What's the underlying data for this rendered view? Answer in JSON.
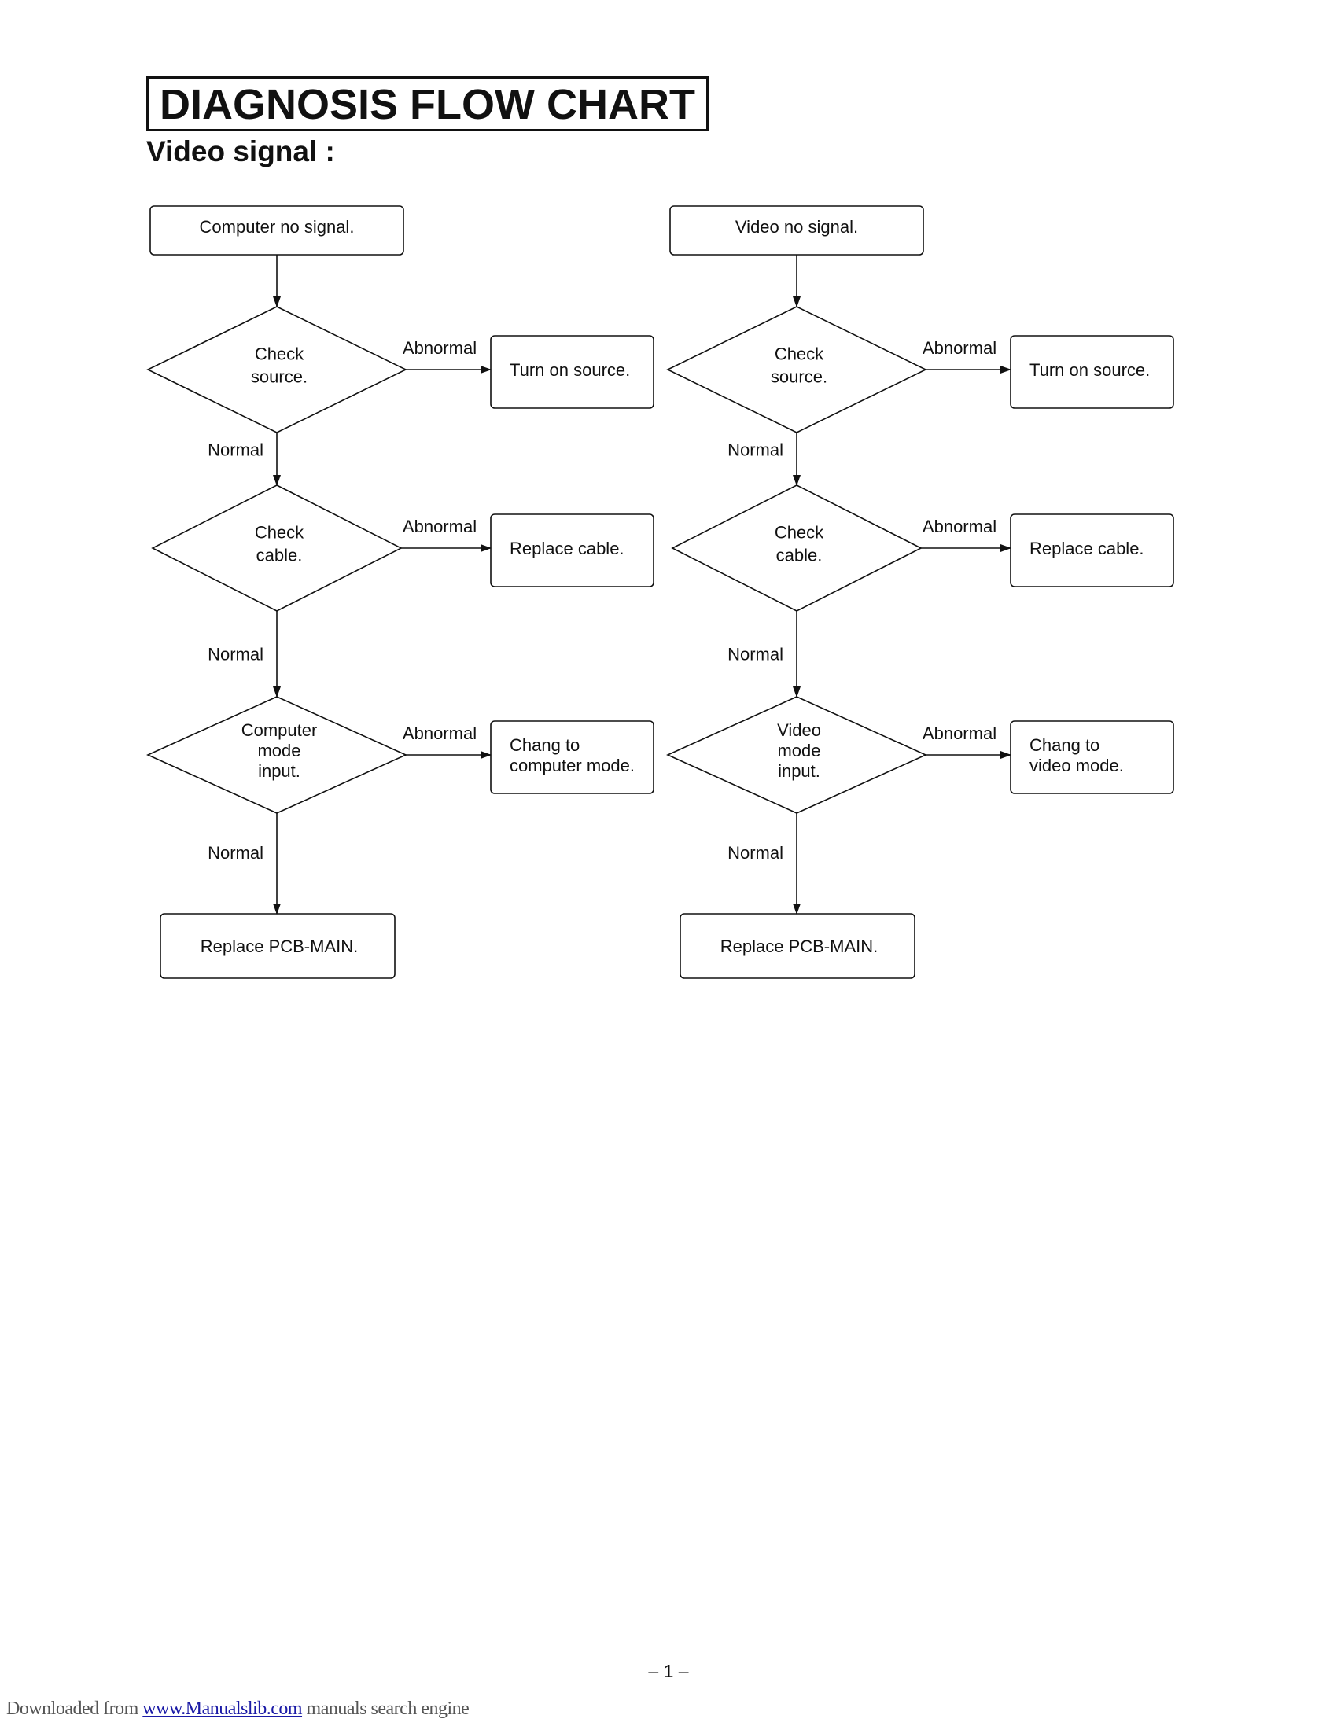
{
  "header": {
    "title": "DIAGNOSIS FLOW CHART",
    "subtitle": "Video signal :"
  },
  "flows": [
    {
      "start": "Computer no signal.",
      "checks": [
        {
          "lines": [
            "Check",
            "source."
          ],
          "abnormal_label": "Abnormal",
          "action": [
            "Turn on source."
          ],
          "normal_label": "Normal"
        },
        {
          "lines": [
            "Check",
            "cable."
          ],
          "abnormal_label": "Abnormal",
          "action": [
            "Replace cable."
          ],
          "normal_label": "Normal"
        },
        {
          "lines": [
            "Computer",
            "mode",
            "input."
          ],
          "abnormal_label": "Abnormal",
          "action": [
            "Chang to",
            "computer mode."
          ],
          "normal_label": "Normal"
        }
      ],
      "end": "Replace PCB-MAIN."
    },
    {
      "start": "Video no signal.",
      "checks": [
        {
          "lines": [
            "Check",
            "source."
          ],
          "abnormal_label": "Abnormal",
          "action": [
            "Turn on source."
          ],
          "normal_label": "Normal"
        },
        {
          "lines": [
            "Check",
            "cable."
          ],
          "abnormal_label": "Abnormal",
          "action": [
            "Replace cable."
          ],
          "normal_label": "Normal"
        },
        {
          "lines": [
            "Video",
            "mode",
            "input."
          ],
          "abnormal_label": "Abnormal",
          "action": [
            "Chang to",
            "video mode."
          ],
          "normal_label": "Normal"
        }
      ],
      "end": "Replace PCB-MAIN."
    }
  ],
  "footer": {
    "page_number": "– 1 –",
    "prefix": "Downloaded from ",
    "link": "www.Manualslib.com",
    "suffix": " manuals search engine"
  }
}
